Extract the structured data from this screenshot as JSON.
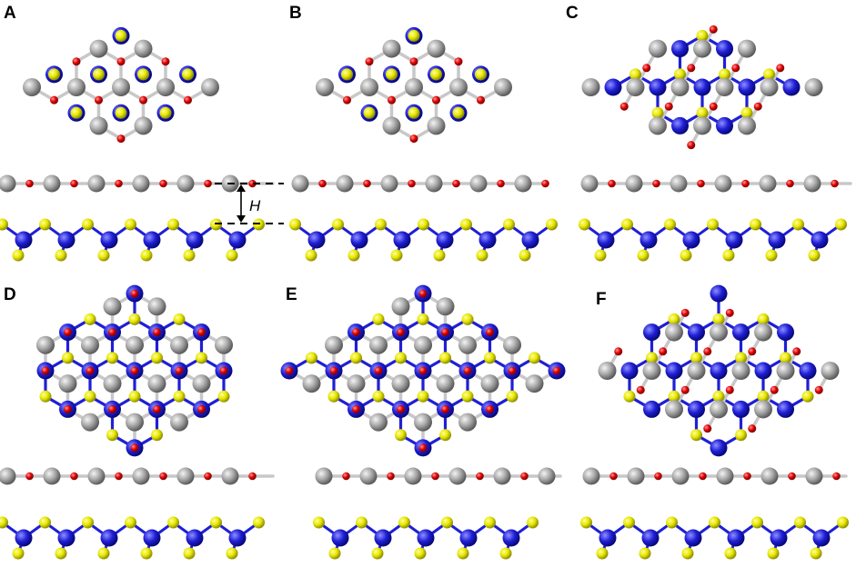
{
  "figure": {
    "panels": [
      {
        "label": "A"
      },
      {
        "label": "B"
      },
      {
        "label": "C"
      },
      {
        "label": "D"
      },
      {
        "label": "E"
      },
      {
        "label": "F"
      }
    ],
    "spacing_label": "H",
    "colors": {
      "metal_blue": "#1f1fd6",
      "sulfur_yellow": "#e6e600",
      "oxygen_red": "#e00000",
      "carbon_gray": "#a6a6a6",
      "bond_gray": "#c8c8c8"
    }
  }
}
